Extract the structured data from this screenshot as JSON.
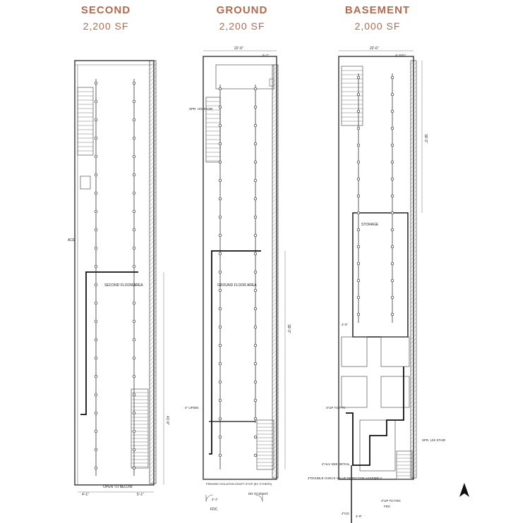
{
  "floors": [
    {
      "name": "SECOND",
      "area": "2,200 SF"
    },
    {
      "name": "GROUND",
      "area": "2,200 SF"
    },
    {
      "name": "BASEMENT",
      "area": "2,000 SF"
    }
  ],
  "dims": {
    "ground_width": "22'-9\"",
    "ground_stair": "5'-1\"",
    "basement_width": "22'-6\"",
    "basement_stair": "4'-10½\"",
    "basement_length": "39'-3\"",
    "second_length": "41'-9\"",
    "ground_length": "39'-3\"",
    "second_bottom_a": "4'-1\"",
    "second_bottom_b": "5'-1\"",
    "ground_bottom": "4'-1\"",
    "basement_bottom": "2'-9\"",
    "basement_side": "4'-0\""
  },
  "labels": {
    "second_floor_area": "SECOND FLOOR AREA",
    "ground_floor_area": "GROUND FLOOR AREA",
    "open_to_below": "OPEN TO BELOW",
    "storage": "STORAGE",
    "spr_ud_stair": "SPR. U/S STAIR",
    "spr_ud_stair_2": "SPR. U/S STAIR",
    "premise_riser": "PREMISE ISOLATION DRAFT STOP (BY OTHERS)",
    "dn_to_bsmt": "DN TO BSMT.",
    "fdc": "FDC",
    "up_to_fdc": "4\"UP TO FDC",
    "alv": "4\"ALV SEE DETAIL",
    "double_check": "4\"DOUBLE CHECK VALVE DETECTOR ASSEMBLY",
    "ug": "4\"UG",
    "up_ftc": "4\"UP TO FTC",
    "up_dn": "4\" UP/DN",
    "ace": "ACE"
  },
  "colors": {
    "heading": "#b46a4e",
    "line": "#2a2a2a",
    "wall": "#555555"
  },
  "icons": {
    "north_arrow": "north-arrow-icon"
  }
}
